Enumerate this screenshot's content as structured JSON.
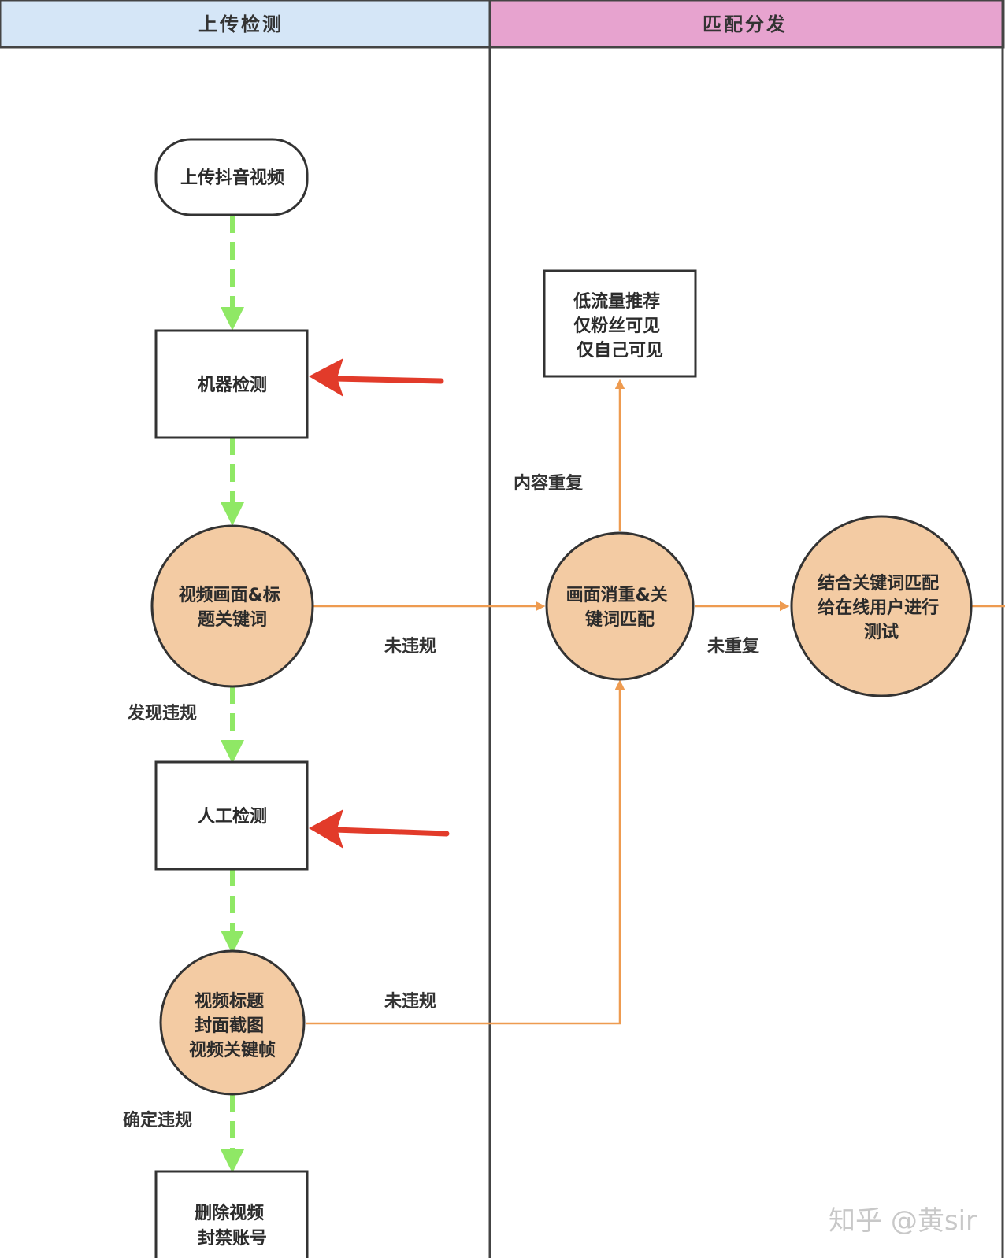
{
  "lanes": {
    "left_title": "上传检测",
    "right_title": "匹配分发"
  },
  "colors": {
    "left_header": "#d5e6f7",
    "right_header": "#e7a3cf",
    "circle_fill": "#f3cba3",
    "green_flow": "#8fe865",
    "orange_flow": "#ee9b50",
    "red_arrow": "#e23b2a"
  },
  "nodes": {
    "upload": "上传抖音视频",
    "machine": [
      "机器检测"
    ],
    "video_keywords": [
      "视频画面&标",
      "题关键词"
    ],
    "manual": [
      "人工检测"
    ],
    "title_cover": [
      "视频标题",
      "封面截图",
      "视频关键帧"
    ],
    "delete": [
      "删除视频",
      "封禁账号"
    ],
    "low_traffic": [
      "低流量推荐",
      "仅粉丝可见",
      "仅自己可见"
    ],
    "dedup": [
      "画面消重&关",
      "键词匹配"
    ],
    "online_test": [
      "结合关键词匹配",
      "给在线用户进行",
      "测试"
    ]
  },
  "edge_labels": {
    "no_violation_1": "未违规",
    "found_violation": "发现违规",
    "no_violation_2": "未违规",
    "confirmed_violation": "确定违规",
    "duplicate": "内容重复",
    "not_duplicate": "未重复"
  },
  "watermark": "知乎 @黄sir",
  "highlight_arrows": [
    "machine-check",
    "manual-check"
  ]
}
